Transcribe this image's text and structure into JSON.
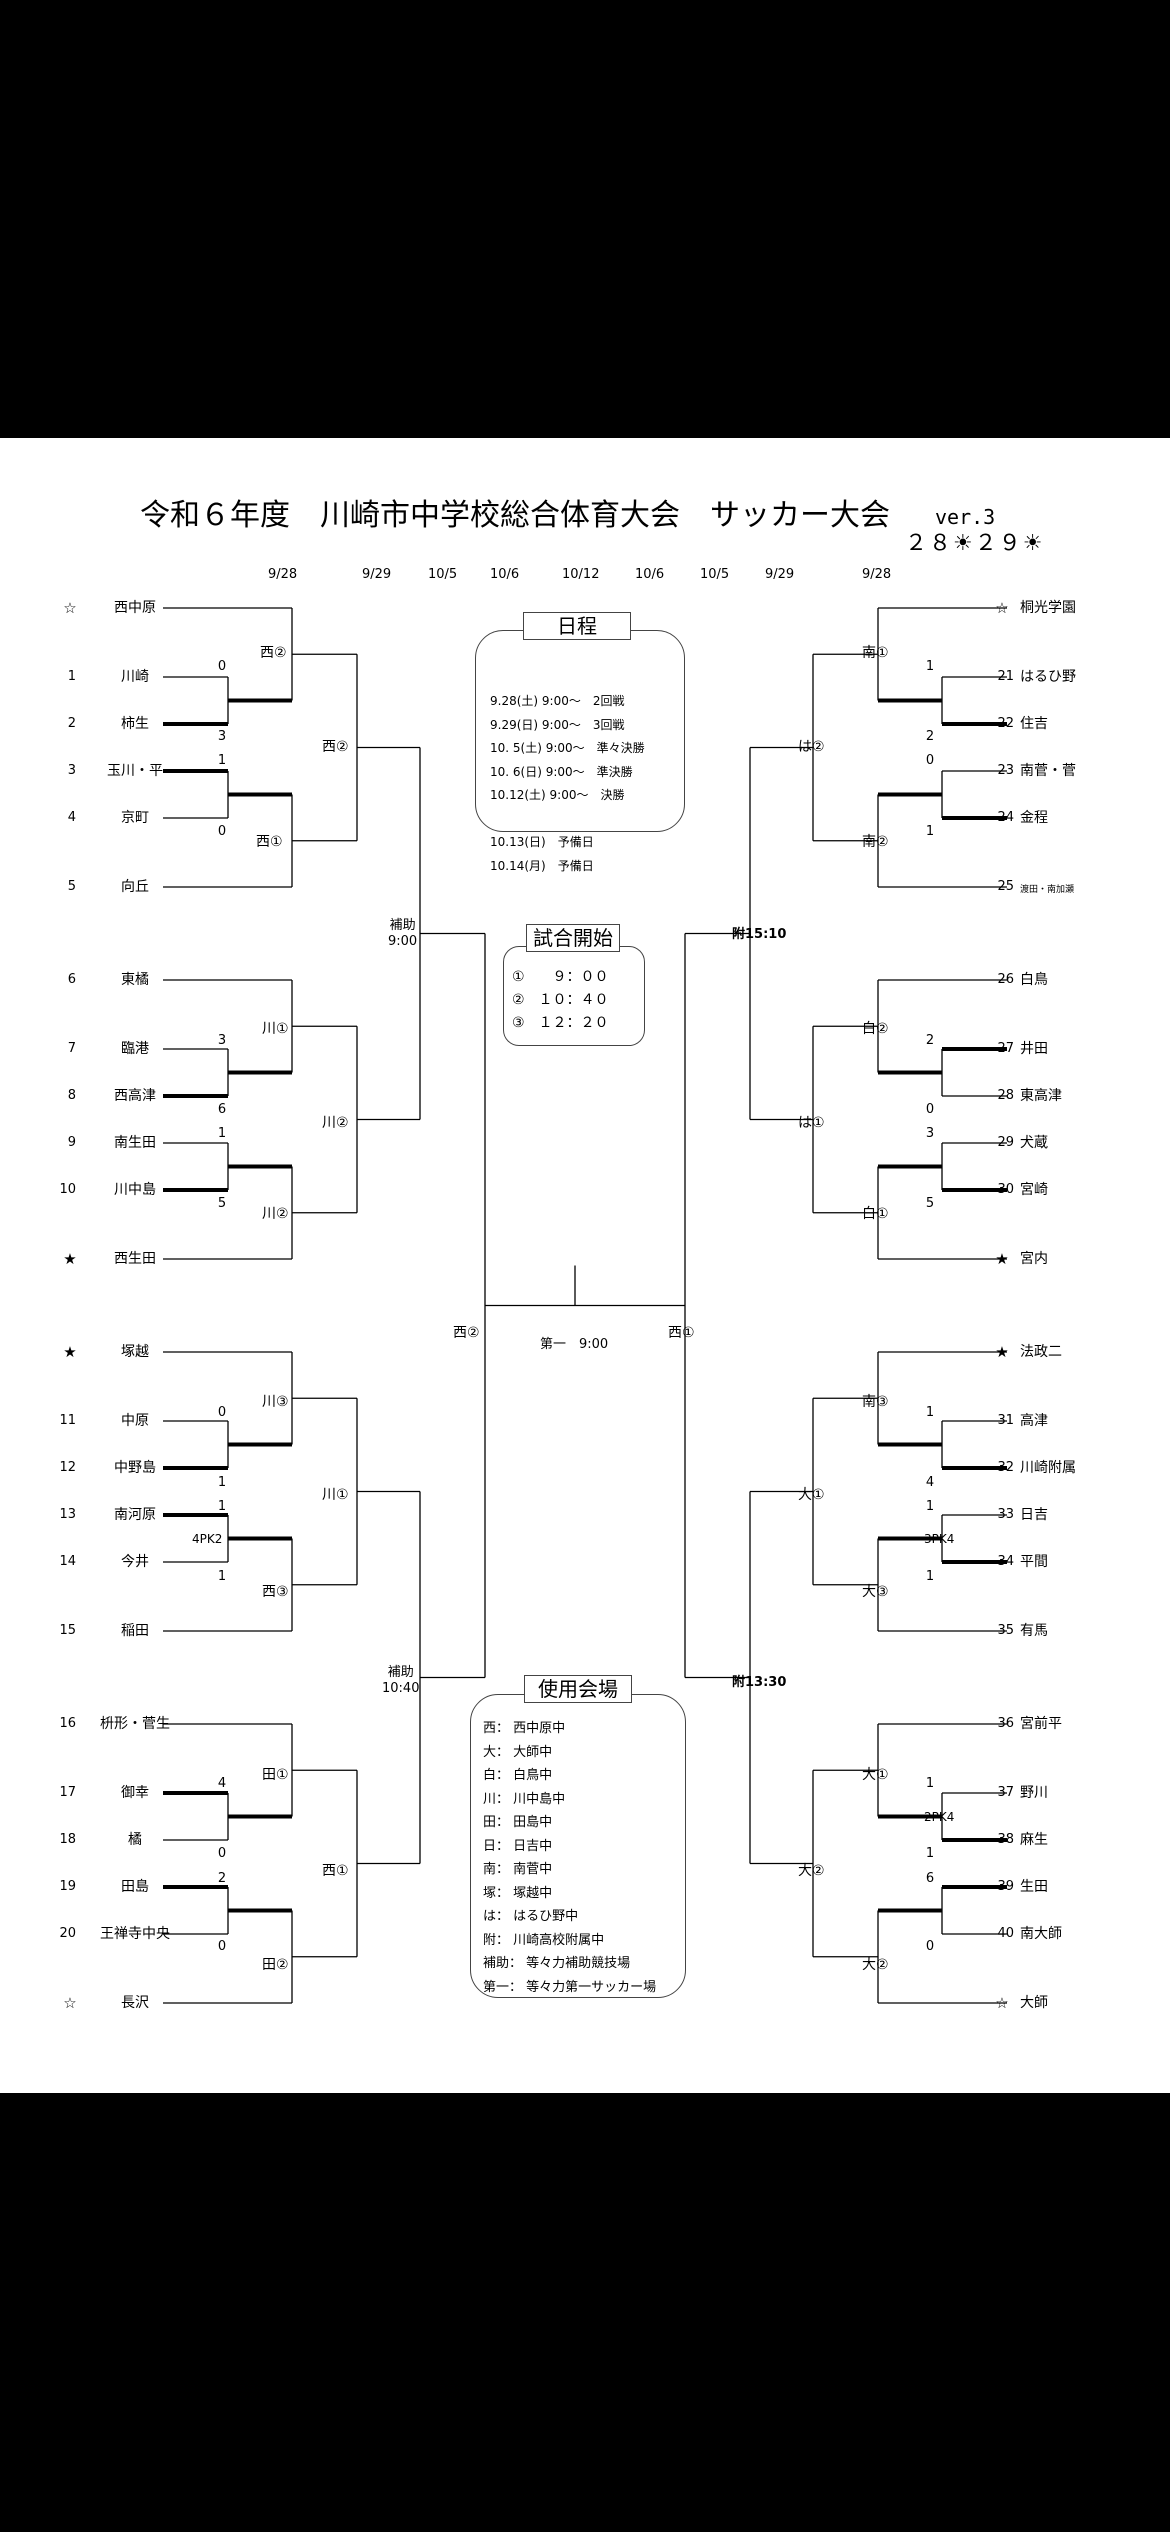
{
  "title": "令和６年度　川崎市中学校総合体育大会　サッカー大会",
  "version": "ver.3",
  "weather": "２８☀２９☀",
  "dates": [
    "9/28",
    "9/29",
    "10/5",
    "10/6",
    "10/12",
    "10/6",
    "10/5",
    "9/29",
    "9/28"
  ],
  "left_entries": [
    {
      "no": "☆",
      "name": "西中原"
    },
    {
      "no": "1",
      "name": "川崎"
    },
    {
      "no": "2",
      "name": "柿生"
    },
    {
      "no": "3",
      "name": "玉川・平"
    },
    {
      "no": "4",
      "name": "京町"
    },
    {
      "no": "5",
      "name": "向丘"
    },
    {
      "no": "6",
      "name": "東橘"
    },
    {
      "no": "7",
      "name": "臨港"
    },
    {
      "no": "8",
      "name": "西高津"
    },
    {
      "no": "9",
      "name": "南生田"
    },
    {
      "no": "10",
      "name": "川中島"
    },
    {
      "no": "★",
      "name": "西生田"
    },
    {
      "no": "★",
      "name": "塚越"
    },
    {
      "no": "11",
      "name": "中原"
    },
    {
      "no": "12",
      "name": "中野島"
    },
    {
      "no": "13",
      "name": "南河原"
    },
    {
      "no": "14",
      "name": "今井"
    },
    {
      "no": "15",
      "name": "稲田"
    },
    {
      "no": "16",
      "name": "枡形・菅生"
    },
    {
      "no": "17",
      "name": "御幸"
    },
    {
      "no": "18",
      "name": "橘"
    },
    {
      "no": "19",
      "name": "田島"
    },
    {
      "no": "20",
      "name": "王禅寺中央"
    },
    {
      "no": "☆",
      "name": "長沢"
    }
  ],
  "right_entries": [
    {
      "no": "☆",
      "name": "桐光学園"
    },
    {
      "no": "21",
      "name": "はるひ野"
    },
    {
      "no": "22",
      "name": "住吉"
    },
    {
      "no": "23",
      "name": "南菅・菅"
    },
    {
      "no": "24",
      "name": "金程"
    },
    {
      "no": "25",
      "name": "渡田・南加瀬"
    },
    {
      "no": "26",
      "name": "白鳥"
    },
    {
      "no": "27",
      "name": "井田"
    },
    {
      "no": "28",
      "name": "東高津"
    },
    {
      "no": "29",
      "name": "犬蔵"
    },
    {
      "no": "30",
      "name": "宮崎"
    },
    {
      "no": "★",
      "name": "宮内"
    },
    {
      "no": "★",
      "name": "法政二"
    },
    {
      "no": "31",
      "name": "高津"
    },
    {
      "no": "32",
      "name": "川崎附属"
    },
    {
      "no": "33",
      "name": "日吉"
    },
    {
      "no": "34",
      "name": "平間"
    },
    {
      "no": "35",
      "name": "有馬"
    },
    {
      "no": "36",
      "name": "宮前平"
    },
    {
      "no": "37",
      "name": "野川"
    },
    {
      "no": "38",
      "name": "麻生"
    },
    {
      "no": "39",
      "name": "生田"
    },
    {
      "no": "40",
      "name": "南大師"
    },
    {
      "no": "☆",
      "name": "大師"
    }
  ],
  "scores": [
    {
      "id": "L2a",
      "v": "0"
    },
    {
      "id": "L2b",
      "v": "3"
    },
    {
      "id": "L3a",
      "v": "1"
    },
    {
      "id": "L3b",
      "v": "0"
    },
    {
      "id": "L7a",
      "v": "3"
    },
    {
      "id": "L7b",
      "v": "6"
    },
    {
      "id": "L9a",
      "v": "1"
    },
    {
      "id": "L9b",
      "v": "5"
    },
    {
      "id": "L11a",
      "v": "0"
    },
    {
      "id": "L11b",
      "v": "1"
    },
    {
      "id": "L13a",
      "v": "1"
    },
    {
      "id": "L13pk",
      "v": "4PK2"
    },
    {
      "id": "L13b",
      "v": "1"
    },
    {
      "id": "L17a",
      "v": "4"
    },
    {
      "id": "L17b",
      "v": "0"
    },
    {
      "id": "L19a",
      "v": "2"
    },
    {
      "id": "L19b",
      "v": "0"
    },
    {
      "id": "R21a",
      "v": "1"
    },
    {
      "id": "R21b",
      "v": "2"
    },
    {
      "id": "R23a",
      "v": "0"
    },
    {
      "id": "R23b",
      "v": "1"
    },
    {
      "id": "R27a",
      "v": "2"
    },
    {
      "id": "R27b",
      "v": "0"
    },
    {
      "id": "R29a",
      "v": "3"
    },
    {
      "id": "R29b",
      "v": "5"
    },
    {
      "id": "R31a",
      "v": "1"
    },
    {
      "id": "R31b",
      "v": "4"
    },
    {
      "id": "R33a",
      "v": "1"
    },
    {
      "id": "R33pk",
      "v": "3PK4"
    },
    {
      "id": "R33b",
      "v": "1"
    },
    {
      "id": "R37a",
      "v": "1"
    },
    {
      "id": "R37pk",
      "v": "2PK4"
    },
    {
      "id": "R37b",
      "v": "1"
    },
    {
      "id": "R39a",
      "v": "6"
    },
    {
      "id": "R39b",
      "v": "0"
    }
  ],
  "venue_labels": {
    "l1": "西②",
    "l2": "西①",
    "l3": "川①",
    "l4": "川②",
    "l5": "川③",
    "l6": "西③",
    "l7": "田①",
    "l8": "田②",
    "l9": "西②",
    "l10": "川②",
    "l11": "川①",
    "l12": "西①",
    "r1": "南①",
    "r2": "南②",
    "r3": "白②",
    "r4": "白①",
    "r5": "南③",
    "r6": "大③",
    "r7": "大①",
    "r8": "大②",
    "r9": "は②",
    "r10": "は①",
    "r11": "大①",
    "r12": "大②",
    "semi_left": "西②",
    "semi_right": "西①",
    "final": "第一　9:00"
  },
  "qf_notes": {
    "left_top": "補助\n9:00",
    "left_bottom": "補助\n10:40",
    "right_top": "附15:10",
    "right_bottom": "附13:30"
  },
  "schedule": {
    "title": "日程",
    "rows": [
      "9.28(土) 9:00～　2回戦",
      "9.29(日) 9:00～　3回戦",
      "10. 5(土) 9:00～　準々決勝",
      "10. 6(日) 9:00～　準決勝",
      "10.12(土) 9:00～　決勝",
      "",
      "10.13(日)　予備日",
      "10.14(月)　予備日"
    ]
  },
  "kickoff": {
    "title": "試合開始",
    "rows": [
      "①　　９：００",
      "②　１０：４０",
      "③　１２：２０"
    ]
  },
  "venues": {
    "title": "使用会場",
    "rows": [
      "西：  西中原中",
      "大：  大師中",
      "白：  白鳥中",
      "川：  川中島中",
      "田：  田島中",
      "日：  日吉中",
      "南：  南菅中",
      "塚：  塚越中",
      "は：  はるひ野中",
      "附：  川崎高校附属中",
      "補助：  等々力補助競技場",
      "第一：  等々力第一サッカー場"
    ]
  }
}
